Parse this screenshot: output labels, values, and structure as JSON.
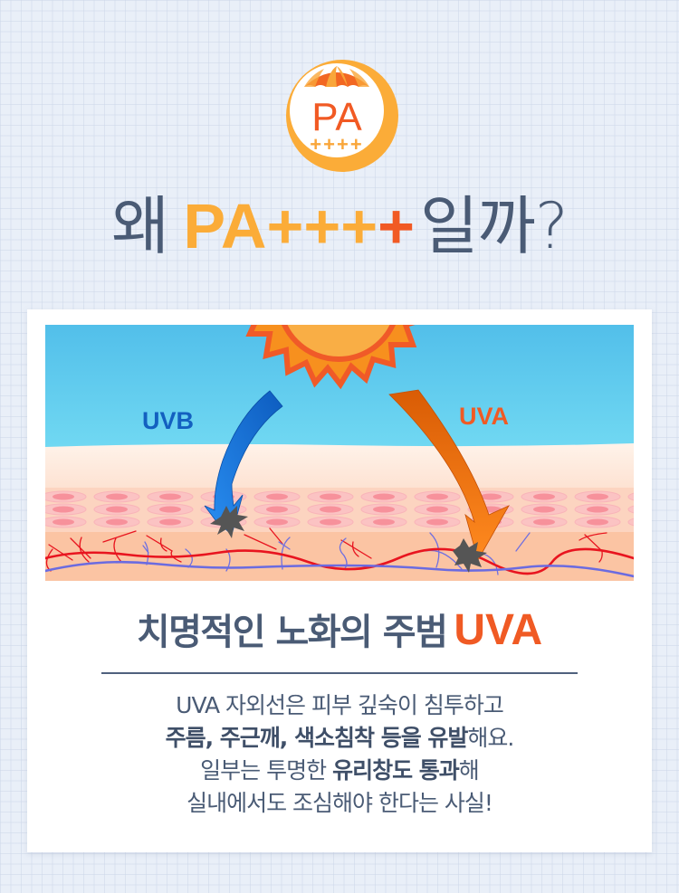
{
  "badge": {
    "icon": "pa-umbrella-badge-icon",
    "label": "PA",
    "plus": "++++",
    "colors": {
      "ring": "#fbac38",
      "text": "#f15a24",
      "plus": "#f9a63a",
      "umbrella": "#f26722"
    }
  },
  "headline": {
    "prefix": "왜",
    "highlight": "PA++++",
    "highlight_main": "PA++++",
    "highlight_last": "+",
    "suffix": "일까?",
    "colors": {
      "text": "#4a5b75",
      "highlight": "#fbac38",
      "last_plus": "#f15a24"
    }
  },
  "illustration": {
    "description": "sun-uv-skin-penetration",
    "labels": {
      "uvb": "UVB",
      "uva": "UVA"
    },
    "colors": {
      "sky": "#5cc6ec",
      "sun_fill": "#f7a338",
      "sun_outline": "#f05a28",
      "uvb": "#1a6fd8",
      "uva": "#f26d0f",
      "vein": "#6b6be0",
      "artery": "#e8141f"
    }
  },
  "subtitle": {
    "text": "치명적인 노화의 주범",
    "highlight": "UVA"
  },
  "body": {
    "lines": [
      [
        {
          "text": "UVA 자외선은 피부 깊숙이 침투하고",
          "bold": false
        }
      ],
      [
        {
          "text": "주름, 주근깨, 색소침착 등을 유발",
          "bold": true
        },
        {
          "text": "해요.",
          "bold": false
        }
      ],
      [
        {
          "text": "일부는 투명한 ",
          "bold": false
        },
        {
          "text": "유리창도 통과",
          "bold": true
        },
        {
          "text": "해",
          "bold": false
        }
      ],
      [
        {
          "text": "실내에서도 조심해야 한다는 사실!",
          "bold": false
        }
      ]
    ],
    "l1": "UVA 자외선은 피부 깊숙이 침투하고",
    "l2_bold": "주름, 주근깨, 색소침착 등을 유발",
    "l2_rest": "해요.",
    "l3_a": "일부는 투명한 ",
    "l3_bold": "유리창도 통과",
    "l3_rest": "해",
    "l4": "실내에서도 조심해야 한다는 사실!"
  }
}
